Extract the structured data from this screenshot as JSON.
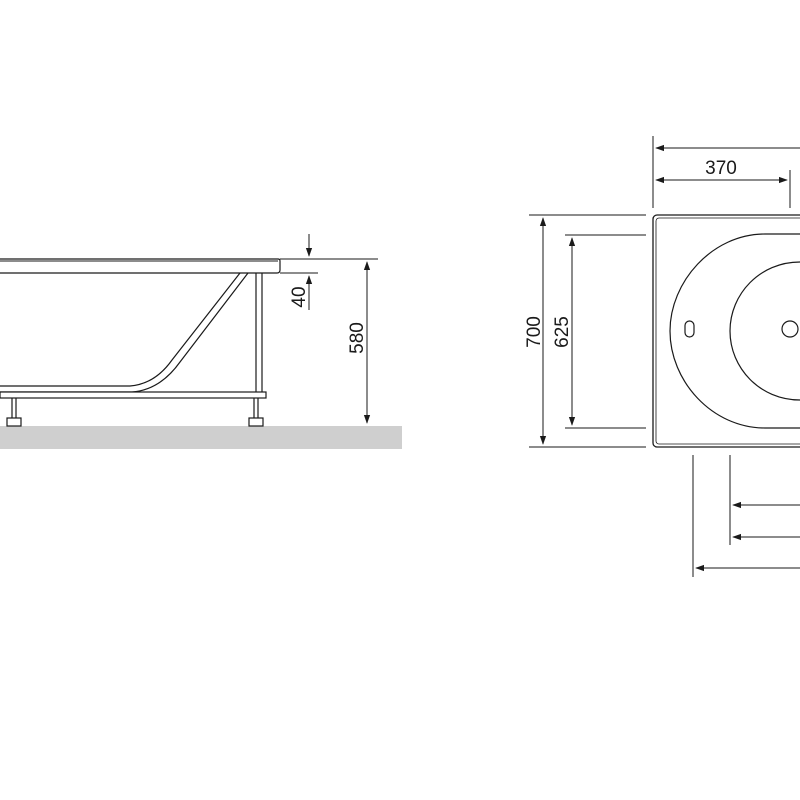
{
  "dimensions": {
    "rim_thickness": "40",
    "total_height": "580",
    "outer_width": "700",
    "inner_width": "625",
    "drain_offset": "370"
  },
  "colors": {
    "line": "#1a1a1a",
    "floor": "#cfcfcf",
    "tub_fill": "#ffffff"
  }
}
